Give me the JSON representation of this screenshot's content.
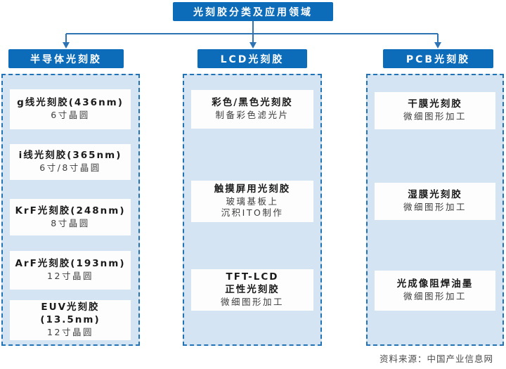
{
  "root": {
    "title": "光刻胶分类及应用领域"
  },
  "branches": [
    {
      "header": "半导体光刻胶",
      "items": [
        {
          "title": "g线光刻胶(436nm)",
          "subtitle": "6寸晶圆"
        },
        {
          "title": "i线光刻胶(365nm)",
          "subtitle": "6寸/8寸晶圆"
        },
        {
          "title": "KrF光刻胶(248nm)",
          "subtitle": "8寸晶圆"
        },
        {
          "title": "ArF光刻胶(193nm)",
          "subtitle": "12寸晶圆"
        },
        {
          "title": "EUV光刻胶",
          "title2": "(13.5nm)",
          "subtitle": "12寸晶圆"
        }
      ]
    },
    {
      "header": "LCD光刻胶",
      "items": [
        {
          "title": "彩色/黑色光刻胶",
          "subtitle": "制备彩色滤光片"
        },
        {
          "title": "触摸屏用光刻胶",
          "subtitle": "玻璃基板上",
          "subtitle2": "沉积ITO制作"
        },
        {
          "title": "TFT-LCD",
          "title2": "正性光刻胶",
          "subtitle": "微细图形加工"
        }
      ]
    },
    {
      "header": "PCB光刻胶",
      "items": [
        {
          "title": "干膜光刻胶",
          "subtitle": "微细图形加工"
        },
        {
          "title": "湿膜光刻胶",
          "subtitle": "微细图形加工"
        },
        {
          "title": "光成像阻焊油墨",
          "subtitle": "微细图形加工"
        }
      ]
    }
  ],
  "source": "资料来源：中国产业信息网",
  "colors": {
    "node_blue": "#0d6cba",
    "panel_blue": "#d5e4f2",
    "dashed_border_blue": "#2173b5",
    "connector_blue": "#2e74b5"
  }
}
